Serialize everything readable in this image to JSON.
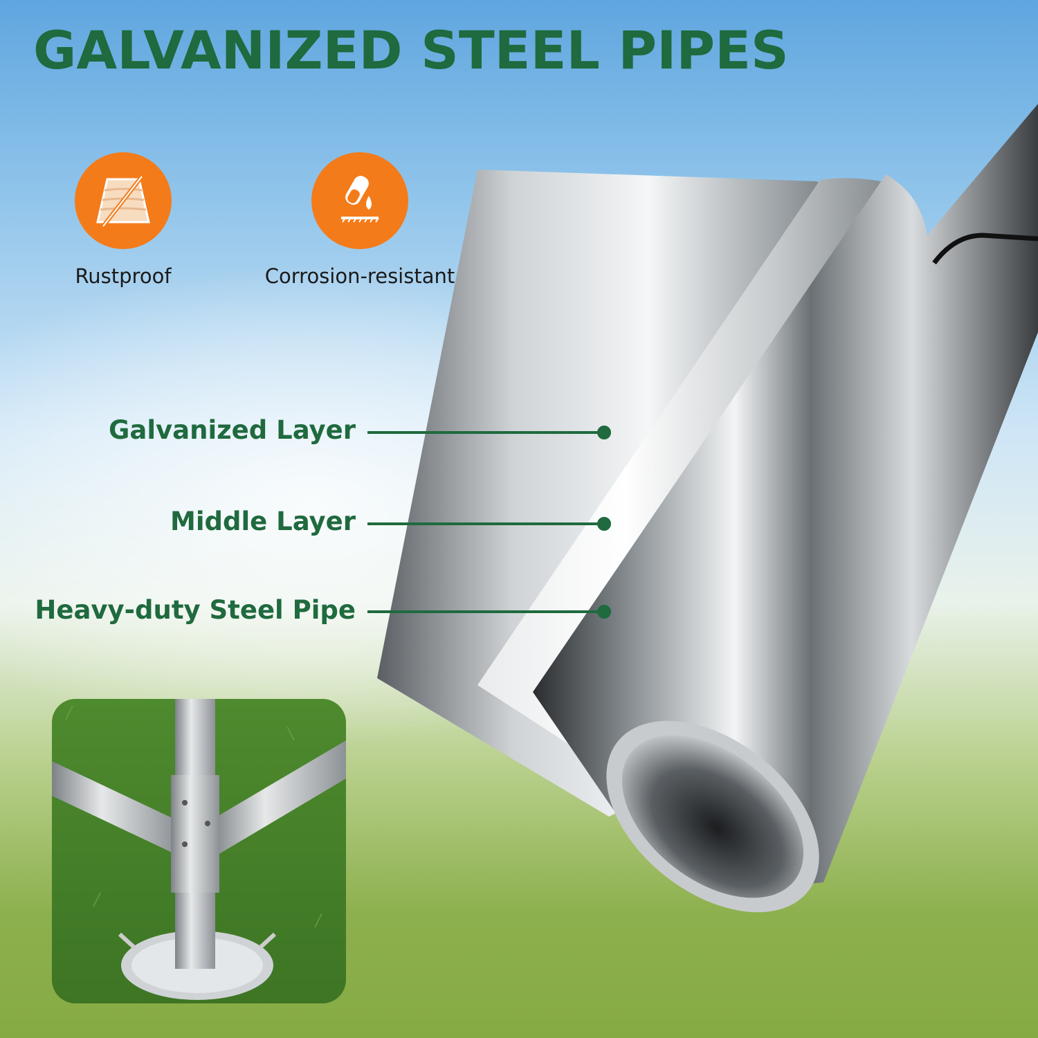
{
  "title": "GALVANIZED STEEL PIPES",
  "features": [
    {
      "label": "Rustproof",
      "icon": "rustproof-wood-icon"
    },
    {
      "label": "Corrosion-resistant",
      "icon": "corrosion-drop-icon"
    }
  ],
  "layers": [
    {
      "label": "Galvanized Layer"
    },
    {
      "label": "Middle Layer"
    },
    {
      "label": "Heavy-duty Steel Pipe"
    }
  ],
  "colors": {
    "brand_green": "#1f6a3e",
    "badge_orange": "#f47b1a"
  }
}
